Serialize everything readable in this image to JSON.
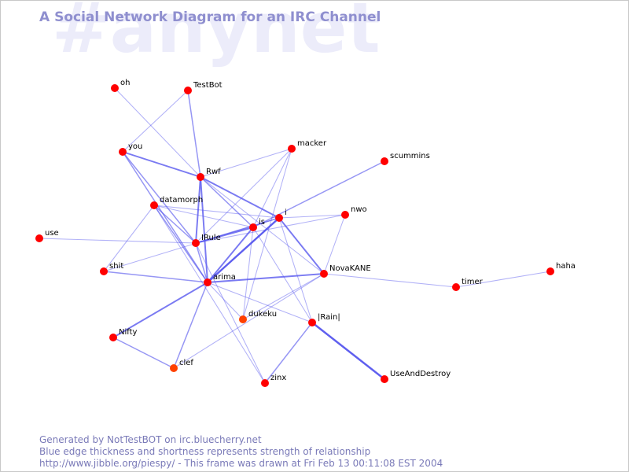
{
  "watermark": "#anynet",
  "title": "A Social Network Diagram for an IRC Channel",
  "footer": {
    "line1": "Generated by NotTestBOT on irc.bluecherry.net",
    "line2": "Blue edge thickness and shortness represents strength of relationship",
    "line3": "http://www.jibble.org/piespy/ - This frame was drawn at Fri Feb 13 00:11:08 EST 2004"
  },
  "colors": {
    "node": "#ff0000",
    "node_alt": "#ff4000",
    "edge": "#5555ee",
    "title": "#8f8fcf",
    "footer": "#7a7ab8",
    "watermark": "#ececfa"
  },
  "nodes": [
    {
      "id": "oh",
      "label": "oh"
    },
    {
      "id": "TestBot",
      "label": "TestBot"
    },
    {
      "id": "you",
      "label": "you"
    },
    {
      "id": "macker",
      "label": "macker"
    },
    {
      "id": "scummins",
      "label": "scummins"
    },
    {
      "id": "Rwf",
      "label": "Rwf"
    },
    {
      "id": "datamorph",
      "label": "datamorph"
    },
    {
      "id": "i",
      "label": "i"
    },
    {
      "id": "nwo",
      "label": "nwo"
    },
    {
      "id": "is",
      "label": "is"
    },
    {
      "id": "use",
      "label": "use"
    },
    {
      "id": "IRule",
      "label": "IRule"
    },
    {
      "id": "shit",
      "label": "shit"
    },
    {
      "id": "NovaKANE",
      "label": "NovaKANE"
    },
    {
      "id": "haha",
      "label": "haha"
    },
    {
      "id": "arima",
      "label": "arima"
    },
    {
      "id": "timer",
      "label": "timer"
    },
    {
      "id": "dukeku",
      "label": "dukeku"
    },
    {
      "id": "Rain",
      "label": "|Rain|"
    },
    {
      "id": "Nifty",
      "label": "Nifty"
    },
    {
      "id": "clef",
      "label": "clef"
    },
    {
      "id": "zinx",
      "label": "zinx"
    },
    {
      "id": "UseAndDestroy",
      "label": "UseAndDestroy"
    }
  ],
  "edges": [
    {
      "source": "oh",
      "target": "Rwf",
      "strength": 1
    },
    {
      "source": "TestBot",
      "target": "Rwf",
      "strength": 2
    },
    {
      "source": "TestBot",
      "target": "you",
      "strength": 1
    },
    {
      "source": "you",
      "target": "Rwf",
      "strength": 3
    },
    {
      "source": "you",
      "target": "IRule",
      "strength": 2
    },
    {
      "source": "you",
      "target": "arima",
      "strength": 2
    },
    {
      "source": "macker",
      "target": "Rwf",
      "strength": 1
    },
    {
      "source": "macker",
      "target": "is",
      "strength": 1
    },
    {
      "source": "macker",
      "target": "IRule",
      "strength": 1
    },
    {
      "source": "macker",
      "target": "dukeku",
      "strength": 1
    },
    {
      "source": "scummins",
      "target": "is",
      "strength": 2
    },
    {
      "source": "Rwf",
      "target": "i",
      "strength": 3
    },
    {
      "source": "Rwf",
      "target": "IRule",
      "strength": 3
    },
    {
      "source": "Rwf",
      "target": "arima",
      "strength": 3
    },
    {
      "source": "Rwf",
      "target": "is",
      "strength": 2
    },
    {
      "source": "Rwf",
      "target": "NovaKANE",
      "strength": 1
    },
    {
      "source": "datamorph",
      "target": "i",
      "strength": 1
    },
    {
      "source": "datamorph",
      "target": "is",
      "strength": 1
    },
    {
      "source": "datamorph",
      "target": "IRule",
      "strength": 2
    },
    {
      "source": "datamorph",
      "target": "arima",
      "strength": 2
    },
    {
      "source": "datamorph",
      "target": "shit",
      "strength": 1
    },
    {
      "source": "datamorph",
      "target": "zinx",
      "strength": 1
    },
    {
      "source": "i",
      "target": "NovaKANE",
      "strength": 3
    },
    {
      "source": "i",
      "target": "arima",
      "strength": 4
    },
    {
      "source": "i",
      "target": "IRule",
      "strength": 2
    },
    {
      "source": "i",
      "target": "Rain",
      "strength": 1
    },
    {
      "source": "i",
      "target": "shit",
      "strength": 1
    },
    {
      "source": "i",
      "target": "nwo",
      "strength": 1
    },
    {
      "source": "nwo",
      "target": "IRule",
      "strength": 1
    },
    {
      "source": "nwo",
      "target": "NovaKANE",
      "strength": 1
    },
    {
      "source": "is",
      "target": "IRule",
      "strength": 3
    },
    {
      "source": "is",
      "target": "arima",
      "strength": 3
    },
    {
      "source": "is",
      "target": "dukeku",
      "strength": 1
    },
    {
      "source": "is",
      "target": "Rain",
      "strength": 1
    },
    {
      "source": "use",
      "target": "IRule",
      "strength": 1
    },
    {
      "source": "IRule",
      "target": "arima",
      "strength": 2
    },
    {
      "source": "IRule",
      "target": "zinx",
      "strength": 1
    },
    {
      "source": "shit",
      "target": "arima",
      "strength": 2
    },
    {
      "source": "NovaKANE",
      "target": "arima",
      "strength": 3
    },
    {
      "source": "NovaKANE",
      "target": "timer",
      "strength": 1
    },
    {
      "source": "NovaKANE",
      "target": "dukeku",
      "strength": 1
    },
    {
      "source": "NovaKANE",
      "target": "clef",
      "strength": 1
    },
    {
      "source": "timer",
      "target": "haha",
      "strength": 1
    },
    {
      "source": "arima",
      "target": "Nifty",
      "strength": 3
    },
    {
      "source": "arima",
      "target": "clef",
      "strength": 2
    },
    {
      "source": "arima",
      "target": "dukeku",
      "strength": 1
    },
    {
      "source": "arima",
      "target": "Rain",
      "strength": 1
    },
    {
      "source": "Nifty",
      "target": "clef",
      "strength": 2
    },
    {
      "source": "Rain",
      "target": "zinx",
      "strength": 2
    },
    {
      "source": "Rain",
      "target": "UseAndDestroy",
      "strength": 4
    }
  ]
}
